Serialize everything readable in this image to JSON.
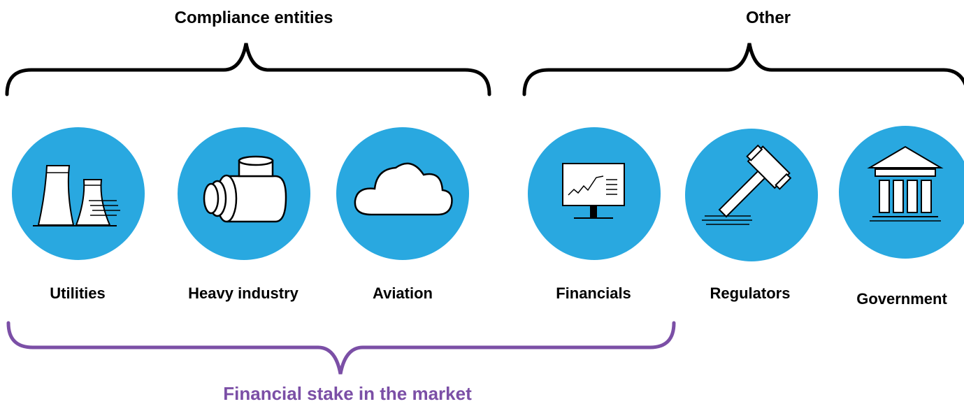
{
  "groups": {
    "compliance": "Compliance entities",
    "other": "Other"
  },
  "entities": [
    {
      "label": "Utilities",
      "icon": "cooling-towers-icon"
    },
    {
      "label": "Heavy industry",
      "icon": "industrial-machine-icon"
    },
    {
      "label": "Aviation",
      "icon": "cloud-icon"
    },
    {
      "label": "Financials",
      "icon": "chart-monitor-icon"
    },
    {
      "label": "Regulators",
      "icon": "gavel-icon"
    },
    {
      "label": "Government",
      "icon": "government-building-icon"
    }
  ],
  "footer": {
    "label": "Financial stake in the market"
  },
  "colors": {
    "circle": "#29a8e0",
    "bracket_top": "#000000",
    "bracket_bottom": "#7b4fa6",
    "footer_text": "#7b4fa6"
  }
}
